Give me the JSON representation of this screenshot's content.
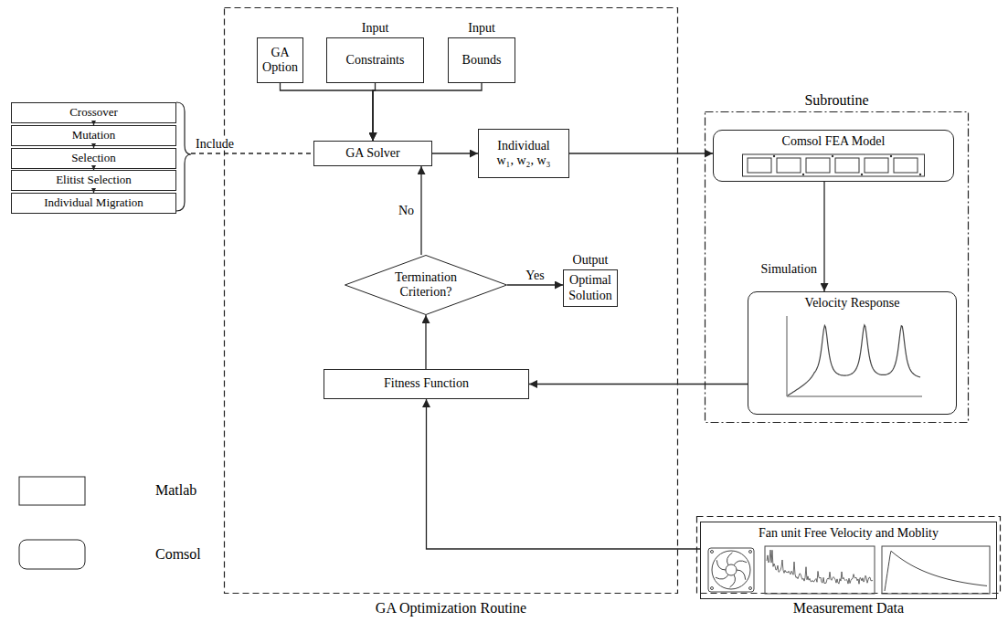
{
  "diagram": {
    "nodes": [
      {
        "text": [
          "Crossover"
        ]
      },
      {
        "text": [
          "Mutation"
        ]
      },
      {
        "text": [
          "Selection"
        ]
      },
      {
        "text": [
          "Elitist Selection"
        ]
      },
      {
        "text": [
          "Individual Migration"
        ]
      },
      {
        "text": [
          "GA Optimization Routine"
        ]
      },
      {
        "text": [
          "GA Option"
        ],
        "in": 5
      },
      {
        "text": [
          "Input",
          "Constraints"
        ],
        "in": 5
      },
      {
        "text": [
          "Input",
          "Bounds"
        ],
        "in": 5
      },
      {
        "text": [
          "GA Solver"
        ],
        "in": 5
      },
      {
        "text": [
          "Individual",
          "w₁, w₂, w₃"
        ],
        "in": 5
      },
      {
        "text": [
          "Termination Criterion?"
        ],
        "in": 5
      },
      {
        "text": [
          "Output",
          "Optimal Solution"
        ],
        "in": 5
      },
      {
        "text": [
          "Fitness Function"
        ],
        "in": 5
      },
      {
        "text": [
          "Subroutine"
        ]
      },
      {
        "text": [
          "Comsol FEA Model"
        ],
        "in": 14
      },
      {
        "text": [
          "Velocity Response"
        ],
        "in": 14
      },
      {
        "text": [
          "Measurement Data"
        ]
      },
      {
        "text": [
          "Fan unit Free Velocity and Moblity"
        ],
        "in": 17
      }
    ],
    "edges": [
      {
        "from": 0,
        "to": 1,
        "arrow": "to"
      },
      {
        "from": 1,
        "to": 2,
        "arrow": "to"
      },
      {
        "from": 2,
        "to": 3,
        "arrow": "to"
      },
      {
        "from": 3,
        "to": 4,
        "arrow": "to"
      },
      {
        "from": 2,
        "to": 9,
        "label": "Include",
        "arrow": "none"
      },
      {
        "from": 6,
        "to": 9,
        "arrow": "to"
      },
      {
        "from": 7,
        "to": 9,
        "arrow": "to"
      },
      {
        "from": 8,
        "to": 9,
        "arrow": "to"
      },
      {
        "from": 9,
        "to": 10,
        "arrow": "to"
      },
      {
        "from": 10,
        "to": 15,
        "arrow": "to"
      },
      {
        "from": 15,
        "to": 16,
        "label": "Simulation",
        "arrow": "to"
      },
      {
        "from": 16,
        "to": 13,
        "arrow": "to"
      },
      {
        "from": 18,
        "to": 13,
        "arrow": "to"
      },
      {
        "from": 13,
        "to": 11,
        "arrow": "to"
      },
      {
        "from": 11,
        "to": 9,
        "label": "No",
        "arrow": "to"
      },
      {
        "from": 11,
        "to": 12,
        "label": "Yes",
        "arrow": "to"
      }
    ],
    "legend": [
      {
        "text": "Matlab"
      },
      {
        "text": "Comsol"
      }
    ]
  }
}
